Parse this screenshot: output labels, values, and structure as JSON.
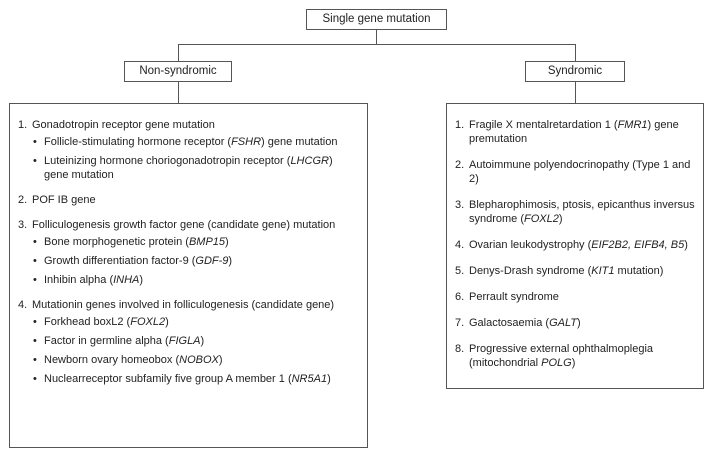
{
  "root": {
    "label": "Single gene mutation"
  },
  "non_syndromic": {
    "label": "Non-syndromic",
    "items": [
      {
        "num": "1.",
        "text": "Gonadotropin receptor gene mutation",
        "subs": [
          {
            "pre": "Follicle-stimulating hormone receptor (",
            "gene": "FSHR",
            "post": ") gene mutation"
          },
          {
            "pre": "Luteinizing hormone choriogonadotropin receptor (",
            "gene": "LHCGR",
            "post": ") gene mutation"
          }
        ]
      },
      {
        "num": "2.",
        "text": "POF IB gene",
        "subs": []
      },
      {
        "num": "3.",
        "text": "Folliculogenesis growth factor gene (candidate gene) mutation",
        "subs": [
          {
            "pre": "Bone morphogenetic protein (",
            "gene": "BMP15",
            "post": ")"
          },
          {
            "pre": "Growth differentiation factor-9 (",
            "gene": "GDF-9",
            "post": ")"
          },
          {
            "pre": "Inhibin alpha (",
            "gene": "INHA",
            "post": ")"
          }
        ]
      },
      {
        "num": "4.",
        "text": "Mutationin genes involved in folliculogenesis (candidate gene)",
        "subs": [
          {
            "pre": "Forkhead boxL2 (",
            "gene": "FOXL2",
            "post": ")"
          },
          {
            "pre": "Factor in germline alpha (",
            "gene": "FIGLA",
            "post": ")"
          },
          {
            "pre": "Newborn ovary homeobox (",
            "gene": "NOBOX",
            "post": ")"
          },
          {
            "pre": "Nuclearreceptor subfamily five group A member 1 (",
            "gene": "NR5A1",
            "post": ")"
          }
        ]
      }
    ]
  },
  "syndromic": {
    "label": "Syndromic",
    "items": [
      {
        "num": "1.",
        "pre": "Fragile X mentalretardation 1 (",
        "gene": "FMR1",
        "post": ") gene premutation"
      },
      {
        "num": "2.",
        "pre": "Autoimmune polyendocrinopathy (Type 1 and 2)",
        "gene": "",
        "post": ""
      },
      {
        "num": "3.",
        "pre": "Blepharophimosis, ptosis, epicanthus inversus syndrome (",
        "gene": "FOXL2",
        "post": ")"
      },
      {
        "num": "4.",
        "pre": "Ovarian leukodystrophy (",
        "gene": "EIF2B2, EIFB4, B5",
        "post": ")"
      },
      {
        "num": "5.",
        "pre": "Denys-Drash syndrome (",
        "gene": "KIT1",
        "post": " mutation)"
      },
      {
        "num": "6.",
        "pre": "Perrault syndrome",
        "gene": "",
        "post": ""
      },
      {
        "num": "7.",
        "pre": "Galactosaemia (",
        "gene": "GALT",
        "post": ")"
      },
      {
        "num": "8.",
        "pre": "Progressive external ophthalmoplegia (mitochondrial ",
        "gene": "POLG",
        "post": ")"
      }
    ]
  }
}
